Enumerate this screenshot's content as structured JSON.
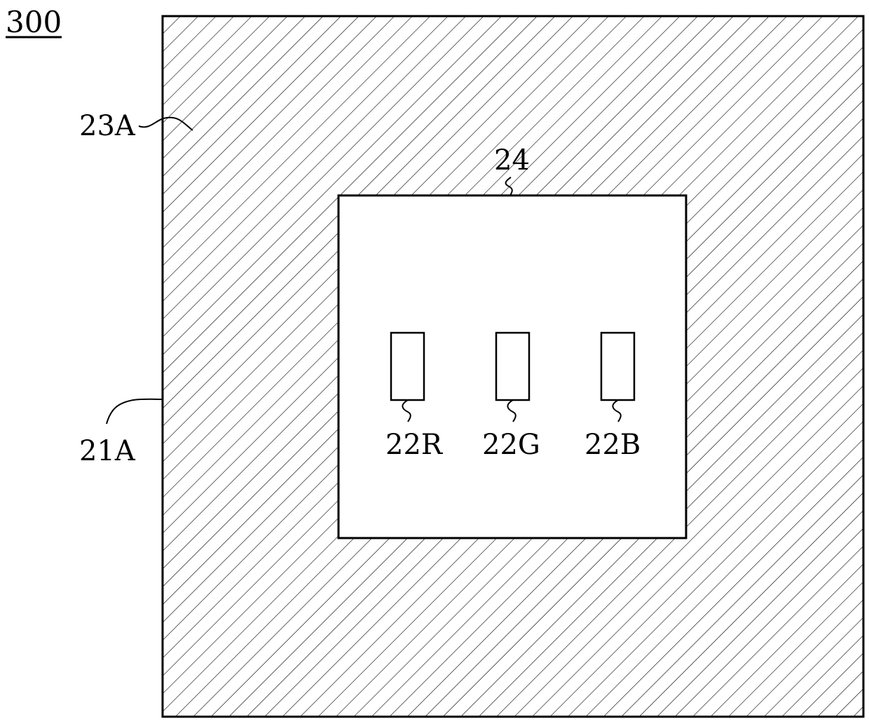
{
  "figure": {
    "number": "300",
    "labels": {
      "outer_region": "23A",
      "outer_edge": "21A",
      "inner_window": "24",
      "red": "22R",
      "green": "22G",
      "blue": "22B"
    }
  },
  "colors": {
    "line": "#000000",
    "background": "#ffffff"
  }
}
